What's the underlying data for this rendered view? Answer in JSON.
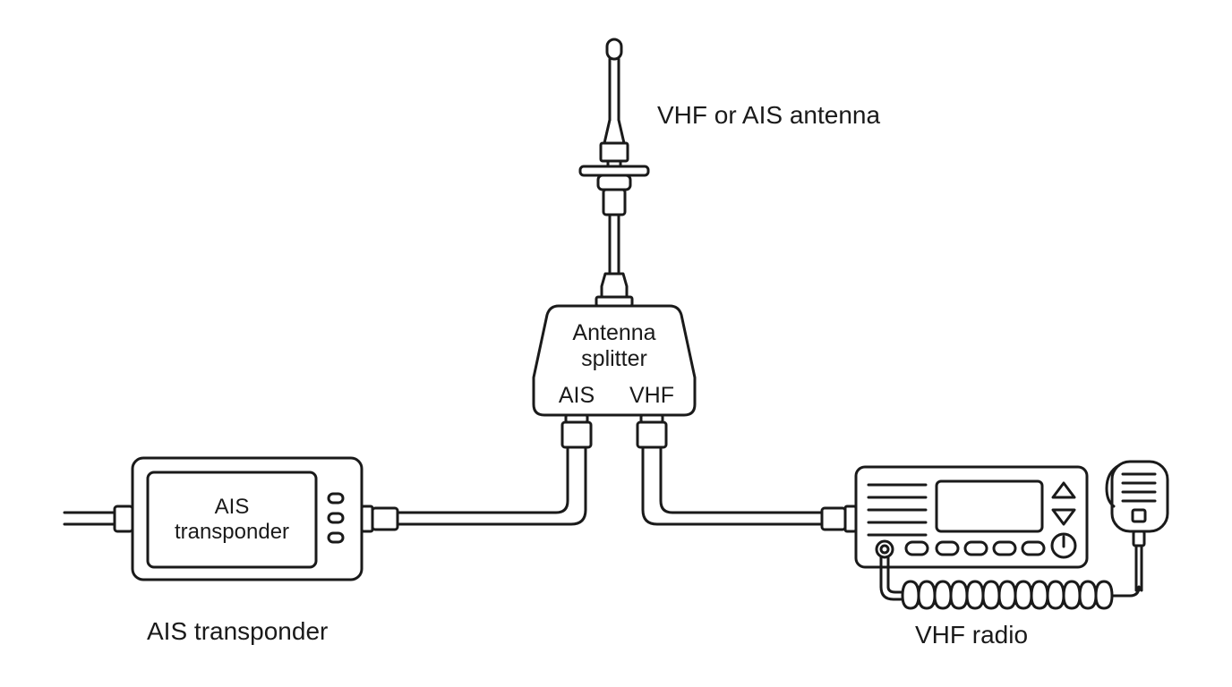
{
  "labels": {
    "antenna": "VHF or AIS antenna",
    "splitter_line1": "Antenna",
    "splitter_line2": "splitter",
    "splitter_port_ais": "AIS",
    "splitter_port_vhf": "VHF",
    "transponder_screen_line1": "AIS",
    "transponder_screen_line2": "transponder",
    "transponder_caption": "AIS transponder",
    "radio_caption": "VHF radio"
  },
  "colors": {
    "stroke": "#1a1a1a",
    "background": "#ffffff"
  }
}
